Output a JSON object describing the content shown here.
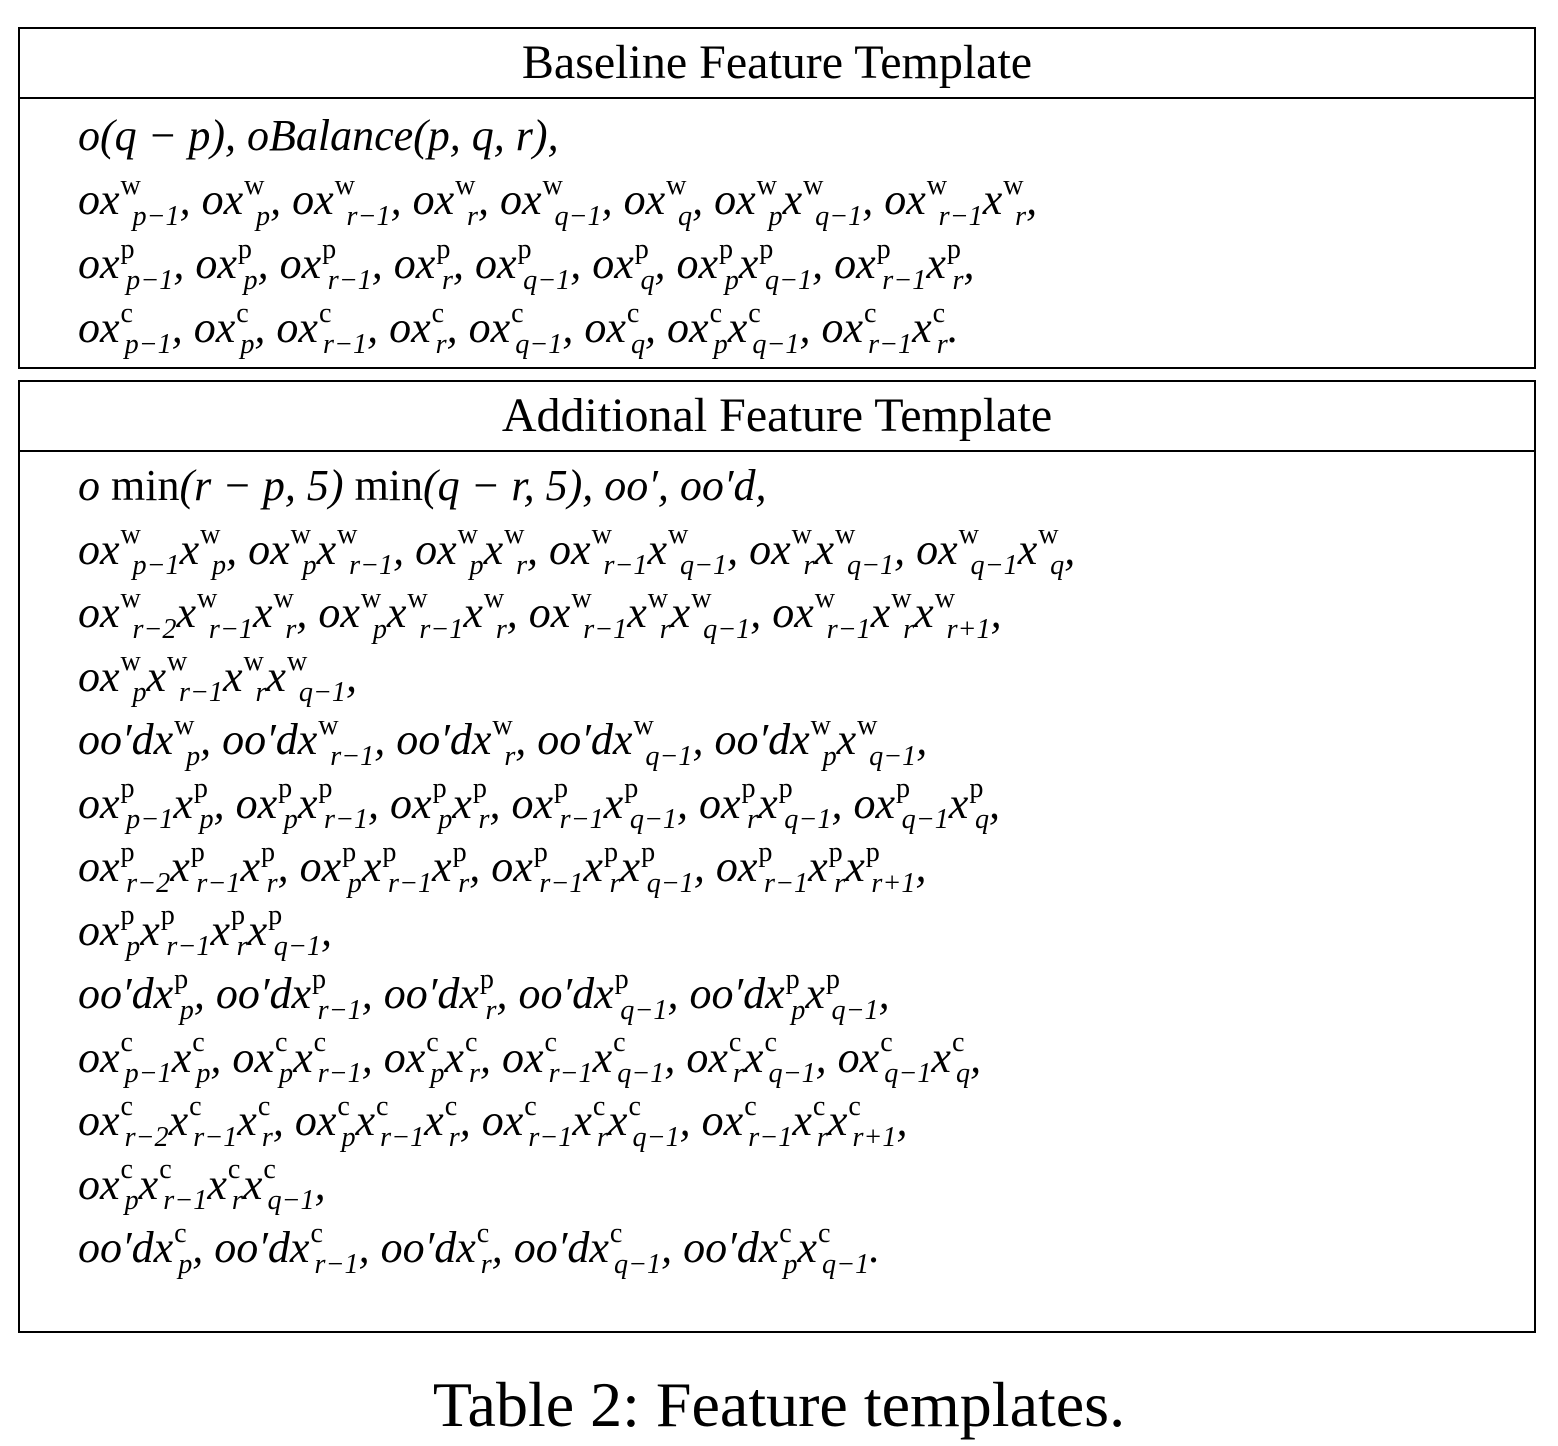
{
  "baseline": {
    "title": "Baseline Feature Template",
    "lines": [
      "o(q − p), oBalance(p, q, r),",
      "ox<sup>w</sup><sub>p−1</sub>, ox<sup>w</sup><sub>p</sub>, ox<sup>w</sup><sub>r−1</sub>, ox<sup>w</sup><sub>r</sub>, ox<sup>w</sup><sub>q−1</sub>, ox<sup>w</sup><sub>q</sub>, ox<sup>w</sup><sub>p</sub>x<sup>w</sup><sub>q−1</sub>, ox<sup>w</sup><sub>r−1</sub>x<sup>w</sup><sub>r</sub>,",
      "ox<sup>p</sup><sub>p−1</sub>, ox<sup>p</sup><sub>p</sub>, ox<sup>p</sup><sub>r−1</sub>, ox<sup>p</sup><sub>r</sub>, ox<sup>p</sup><sub>q−1</sub>, ox<sup>p</sup><sub>q</sub>, ox<sup>p</sup><sub>p</sub>x<sup>p</sup><sub>q−1</sub>, ox<sup>p</sup><sub>r−1</sub>x<sup>p</sup><sub>r</sub>,",
      "ox<sup>c</sup><sub>p−1</sub>, ox<sup>c</sup><sub>p</sub>, ox<sup>c</sup><sub>r−1</sub>, ox<sup>c</sup><sub>r</sub>, ox<sup>c</sup><sub>q−1</sub>, ox<sup>c</sup><sub>q</sub>, ox<sup>c</sup><sub>p</sub>x<sup>c</sup><sub>q−1</sub>, ox<sup>c</sup><sub>r−1</sub>x<sup>c</sup><sub>r</sub>."
    ]
  },
  "additional": {
    "title": "Additional Feature Template",
    "lines": [
      "o <span style='font-style:normal'>min</span>(r − p, 5) <span style='font-style:normal'>min</span>(q − r, 5), oo′, oo′d,",
      "ox<sup>w</sup><sub>p−1</sub>x<sup>w</sup><sub>p</sub>, ox<sup>w</sup><sub>p</sub>x<sup>w</sup><sub>r−1</sub>, ox<sup>w</sup><sub>p</sub>x<sup>w</sup><sub>r</sub>, ox<sup>w</sup><sub>r−1</sub>x<sup>w</sup><sub>q−1</sub>, ox<sup>w</sup><sub>r</sub>x<sup>w</sup><sub>q−1</sub>, ox<sup>w</sup><sub>q−1</sub>x<sup>w</sup><sub>q</sub>,",
      "ox<sup>w</sup><sub>r−2</sub>x<sup>w</sup><sub>r−1</sub>x<sup>w</sup><sub>r</sub>, ox<sup>w</sup><sub>p</sub>x<sup>w</sup><sub>r−1</sub>x<sup>w</sup><sub>r</sub>, ox<sup>w</sup><sub>r−1</sub>x<sup>w</sup><sub>r</sub>x<sup>w</sup><sub>q−1</sub>, ox<sup>w</sup><sub>r−1</sub>x<sup>w</sup><sub>r</sub>x<sup>w</sup><sub>r+1</sub>,",
      "ox<sup>w</sup><sub>p</sub>x<sup>w</sup><sub>r−1</sub>x<sup>w</sup><sub>r</sub>x<sup>w</sup><sub>q−1</sub>,",
      "oo′dx<sup>w</sup><sub>p</sub>, oo′dx<sup>w</sup><sub>r−1</sub>, oo′dx<sup>w</sup><sub>r</sub>, oo′dx<sup>w</sup><sub>q−1</sub>, oo′dx<sup>w</sup><sub>p</sub>x<sup>w</sup><sub>q−1</sub>,",
      "ox<sup>p</sup><sub>p−1</sub>x<sup>p</sup><sub>p</sub>, ox<sup>p</sup><sub>p</sub>x<sup>p</sup><sub>r−1</sub>, ox<sup>p</sup><sub>p</sub>x<sup>p</sup><sub>r</sub>, ox<sup>p</sup><sub>r−1</sub>x<sup>p</sup><sub>q−1</sub>, ox<sup>p</sup><sub>r</sub>x<sup>p</sup><sub>q−1</sub>, ox<sup>p</sup><sub>q−1</sub>x<sup>p</sup><sub>q</sub>,",
      "ox<sup>p</sup><sub>r−2</sub>x<sup>p</sup><sub>r−1</sub>x<sup>p</sup><sub>r</sub>, ox<sup>p</sup><sub>p</sub>x<sup>p</sup><sub>r−1</sub>x<sup>p</sup><sub>r</sub>, ox<sup>p</sup><sub>r−1</sub>x<sup>p</sup><sub>r</sub>x<sup>p</sup><sub>q−1</sub>, ox<sup>p</sup><sub>r−1</sub>x<sup>p</sup><sub>r</sub>x<sup>p</sup><sub>r+1</sub>,",
      "ox<sup>p</sup><sub>p</sub>x<sup>p</sup><sub>r−1</sub>x<sup>p</sup><sub>r</sub>x<sup>p</sup><sub>q−1</sub>,",
      "oo′dx<sup>p</sup><sub>p</sub>, oo′dx<sup>p</sup><sub>r−1</sub>, oo′dx<sup>p</sup><sub>r</sub>, oo′dx<sup>p</sup><sub>q−1</sub>, oo′dx<sup>p</sup><sub>p</sub>x<sup>p</sup><sub>q−1</sub>,",
      "ox<sup>c</sup><sub>p−1</sub>x<sup>c</sup><sub>p</sub>, ox<sup>c</sup><sub>p</sub>x<sup>c</sup><sub>r−1</sub>, ox<sup>c</sup><sub>p</sub>x<sup>c</sup><sub>r</sub>, ox<sup>c</sup><sub>r−1</sub>x<sup>c</sup><sub>q−1</sub>, ox<sup>c</sup><sub>r</sub>x<sup>c</sup><sub>q−1</sub>, ox<sup>c</sup><sub>q−1</sub>x<sup>c</sup><sub>q</sub>,",
      "ox<sup>c</sup><sub>r−2</sub>x<sup>c</sup><sub>r−1</sub>x<sup>c</sup><sub>r</sub>, ox<sup>c</sup><sub>p</sub>x<sup>c</sup><sub>r−1</sub>x<sup>c</sup><sub>r</sub>, ox<sup>c</sup><sub>r−1</sub>x<sup>c</sup><sub>r</sub>x<sup>c</sup><sub>q−1</sub>, ox<sup>c</sup><sub>r−1</sub>x<sup>c</sup><sub>r</sub>x<sup>c</sup><sub>r+1</sub>,",
      "ox<sup>c</sup><sub>p</sub>x<sup>c</sup><sub>r−1</sub>x<sup>c</sup><sub>r</sub>x<sup>c</sup><sub>q−1</sub>,",
      "oo′dx<sup>c</sup><sub>p</sub>, oo′dx<sup>c</sup><sub>r−1</sub>, oo′dx<sup>c</sup><sub>r</sub>, oo′dx<sup>c</sup><sub>q−1</sub>, oo′dx<sup>c</sup><sub>p</sub>x<sup>c</sup><sub>q−1</sub>."
    ]
  },
  "caption": "Table 2: Feature templates."
}
